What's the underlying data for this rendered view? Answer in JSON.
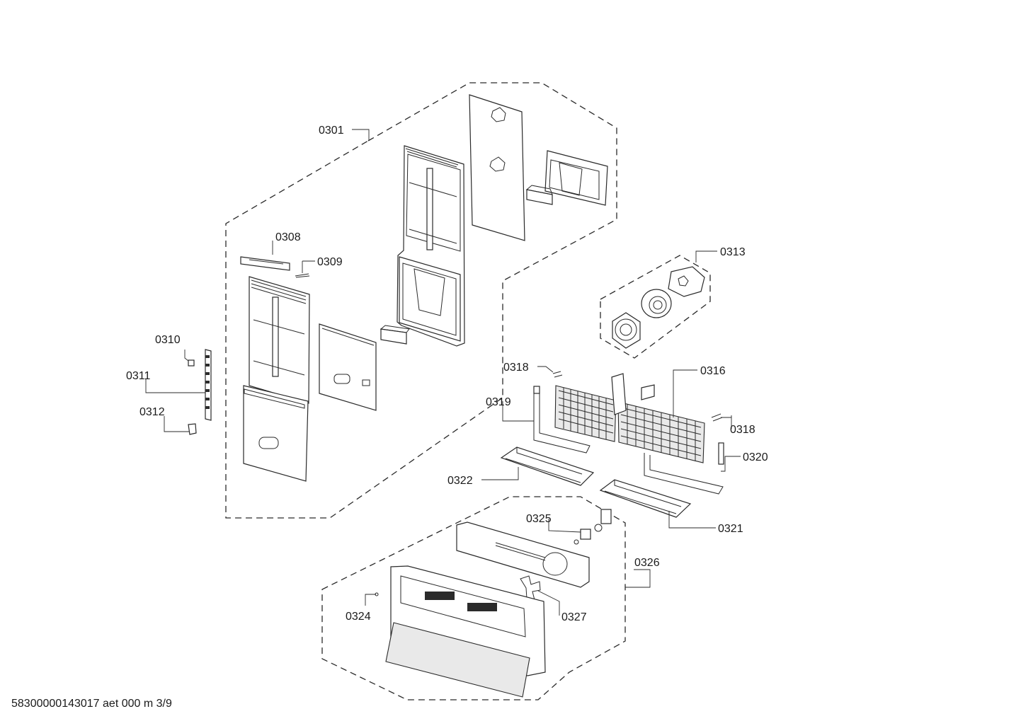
{
  "diagram": {
    "labels": {
      "p0301": "0301",
      "p0308": "0308",
      "p0309": "0309",
      "p0310": "0310",
      "p0311": "0311",
      "p0312": "0312",
      "p0313": "0313",
      "p0316": "0316",
      "p0318a": "0318",
      "p0318b": "0318",
      "p0319": "0319",
      "p0320": "0320",
      "p0321": "0321",
      "p0322": "0322",
      "p0324": "0324",
      "p0325": "0325",
      "p0326": "0326",
      "p0327": "0327"
    },
    "footer": "58300000143017 aet 000 m 3/9"
  }
}
